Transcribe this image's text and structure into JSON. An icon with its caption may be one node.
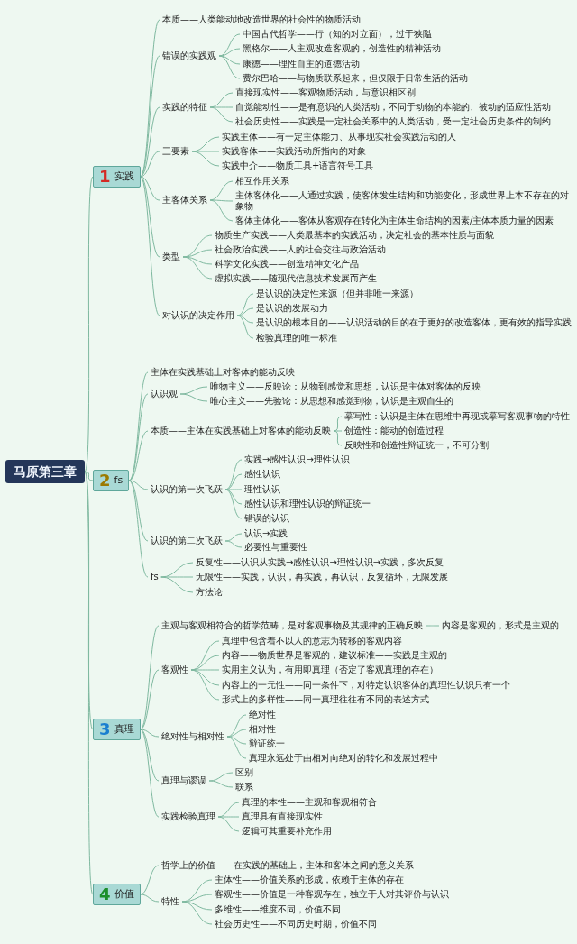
{
  "diagram": {
    "nodes": [
      {
        "text": [
          "马原第三章"
        ]
      },
      {
        "text": [
          "1",
          "实践"
        ]
      },
      {
        "text": [
          "本质——人类能动地改造世界的社会性的物质活动"
        ]
      },
      {
        "text": [
          "错误的实践观"
        ]
      },
      {
        "text": [
          "中国古代哲学——行（知的对立面），过于狭隘"
        ]
      },
      {
        "text": [
          "黑格尔——人主观改造客观的，创造性的精神活动"
        ]
      },
      {
        "text": [
          "康德——理性自主的道德活动"
        ]
      },
      {
        "text": [
          "费尔巴哈——与物质联系起来，但仅限于日常生活的活动"
        ]
      },
      {
        "text": [
          "实践的特征"
        ]
      },
      {
        "text": [
          "直接现实性——客观物质活动，与意识相区别"
        ]
      },
      {
        "text": [
          "自觉能动性——是有意识的人类活动，不同于动物的本能的、被动的适应性活动"
        ]
      },
      {
        "text": [
          "社会历史性——实践是一定社会关系中的人类活动，受一定社会历史条件的制约"
        ]
      },
      {
        "text": [
          "三要素"
        ]
      },
      {
        "text": [
          "实践主体——有一定主体能力、从事现实社会实践活动的人"
        ]
      },
      {
        "text": [
          "实践客体——实践活动所指向的对象"
        ]
      },
      {
        "text": [
          "实践中介——物质工具+语言符号工具"
        ]
      },
      {
        "text": [
          "主客体关系"
        ]
      },
      {
        "text": [
          "相互作用关系"
        ]
      },
      {
        "text": [
          "主体客体化——人通过实践，使客体发生结构和功能变化，形成世界上本不存在的对象物"
        ]
      },
      {
        "text": [
          "客体主体化——客体从客观存在转化为主体生命结构的因素/主体本质力量的因素"
        ]
      },
      {
        "text": [
          "类型"
        ]
      },
      {
        "text": [
          "物质生产实践——人类最基本的实践活动，决定社会的基本性质与面貌"
        ]
      },
      {
        "text": [
          "社会政治实践——人的社会交往与政治活动"
        ]
      },
      {
        "text": [
          "科学文化实践——创造精神文化产品"
        ]
      },
      {
        "text": [
          "虚拟实践——随现代信息技术发展而产生"
        ]
      },
      {
        "text": [
          "对认识的决定作用"
        ]
      },
      {
        "text": [
          "是认识的决定性来源（但并非唯一来源）"
        ]
      },
      {
        "text": [
          "是认识的发展动力"
        ]
      },
      {
        "text": [
          "是认识的根本目的——认识活动的目的在于更好的改造客体，更有效的指导实践"
        ]
      },
      {
        "text": [
          "检验真理的唯一标准"
        ]
      },
      {
        "text": [
          "2",
          "fs"
        ]
      },
      {
        "text": [
          "主体在实践基础上对客体的能动反映"
        ]
      },
      {
        "text": [
          "认识观"
        ]
      },
      {
        "text": [
          "唯物主义——反映论：从物到感觉和思想，认识是主体对客体的反映"
        ]
      },
      {
        "text": [
          "唯心主义——先验论：从思想和感觉到物，认识是主观自生的"
        ]
      },
      {
        "text": [
          "本质——主体在实践基础上对客体的能动反映"
        ]
      },
      {
        "text": [
          "摹写性：认识是主体在思维中再现或摹写客观事物的特性"
        ]
      },
      {
        "text": [
          "创造性：能动的创造过程"
        ]
      },
      {
        "text": [
          "反映性和创造性辩证统一，不可分割"
        ]
      },
      {
        "text": [
          "认识的第一次飞跃"
        ]
      },
      {
        "text": [
          "实践→感性认识→理性认识"
        ]
      },
      {
        "text": [
          "感性认识"
        ]
      },
      {
        "text": [
          "理性认识"
        ]
      },
      {
        "text": [
          "感性认识和理性认识的辩证统一"
        ]
      },
      {
        "text": [
          "错误的认识"
        ]
      },
      {
        "text": [
          "认识的第二次飞跃"
        ]
      },
      {
        "text": [
          "认识→实践"
        ]
      },
      {
        "text": [
          "必要性与重要性"
        ]
      },
      {
        "text": [
          "fs"
        ]
      },
      {
        "text": [
          "反复性——认识从实践→感性认识→理性认识→实践，多次反复"
        ]
      },
      {
        "text": [
          "无限性——实践，认识，再实践，再认识，反复循环，无限发展"
        ]
      },
      {
        "text": [
          "方法论"
        ]
      },
      {
        "text": [
          "3",
          "真理"
        ]
      },
      {
        "text": [
          "主观与客观相符合的哲学范畴，是对客观事物及其规律的正确反映"
        ]
      },
      {
        "text": [
          "内容是客观的，形式是主观的"
        ]
      },
      {
        "text": [
          "客观性"
        ]
      },
      {
        "text": [
          "真理中包含着不以人的意志为转移的客观内容"
        ]
      },
      {
        "text": [
          "内容——物质世界是客观的，建议标准——实践是主观的"
        ]
      },
      {
        "text": [
          "实用主义认为，有用即真理（否定了客观真理的存在）"
        ]
      },
      {
        "text": [
          "内容上的一元性——同一条件下，对特定认识客体的真理性认识只有一个"
        ]
      },
      {
        "text": [
          "形式上的多样性——同一真理往往有不同的表述方式"
        ]
      },
      {
        "text": [
          "绝对性与相对性"
        ]
      },
      {
        "text": [
          "绝对性"
        ]
      },
      {
        "text": [
          "相对性"
        ]
      },
      {
        "text": [
          "辩证统一"
        ]
      },
      {
        "text": [
          "真理永远处于由相对向绝对的转化和发展过程中"
        ]
      },
      {
        "text": [
          "真理与谬误"
        ]
      },
      {
        "text": [
          "区别"
        ]
      },
      {
        "text": [
          "联系"
        ]
      },
      {
        "text": [
          "实践检验真理"
        ]
      },
      {
        "text": [
          "真理的本性——主观和客观相符合"
        ]
      },
      {
        "text": [
          "真理具有直接现实性"
        ]
      },
      {
        "text": [
          "逻辑可其重要补充作用"
        ]
      },
      {
        "text": [
          "4",
          "价值"
        ]
      },
      {
        "text": [
          "哲学上的价值——在实践的基础上，主体和客体之间的意义关系"
        ]
      },
      {
        "text": [
          "特性"
        ]
      },
      {
        "text": [
          "主体性——价值关系的形成，依赖于主体的存在"
        ]
      },
      {
        "text": [
          "客观性——价值是一种客观存在，独立于人对其评价与认识"
        ]
      },
      {
        "text": [
          "多维性——维度不同，价值不同"
        ]
      },
      {
        "text": [
          "社会历史性——不同历史时期，价值不同"
        ]
      }
    ],
    "edges": [
      {
        "from": 0,
        "to": 1,
        "arrow": "none"
      },
      {
        "from": 0,
        "to": 30,
        "arrow": "none"
      },
      {
        "from": 0,
        "to": 52,
        "arrow": "none"
      },
      {
        "from": 0,
        "to": 73,
        "arrow": "none"
      },
      {
        "from": 1,
        "to": 2,
        "arrow": "none"
      },
      {
        "from": 1,
        "to": 3,
        "arrow": "none"
      },
      {
        "from": 3,
        "to": 4,
        "arrow": "none"
      },
      {
        "from": 3,
        "to": 5,
        "arrow": "none"
      },
      {
        "from": 3,
        "to": 6,
        "arrow": "none"
      },
      {
        "from": 3,
        "to": 7,
        "arrow": "none"
      },
      {
        "from": 1,
        "to": 8,
        "arrow": "none"
      },
      {
        "from": 8,
        "to": 9,
        "arrow": "none"
      },
      {
        "from": 8,
        "to": 10,
        "arrow": "none"
      },
      {
        "from": 8,
        "to": 11,
        "arrow": "none"
      },
      {
        "from": 1,
        "to": 12,
        "arrow": "none"
      },
      {
        "from": 12,
        "to": 13,
        "arrow": "none"
      },
      {
        "from": 12,
        "to": 14,
        "arrow": "none"
      },
      {
        "from": 12,
        "to": 15,
        "arrow": "none"
      },
      {
        "from": 1,
        "to": 16,
        "arrow": "none"
      },
      {
        "from": 16,
        "to": 17,
        "arrow": "none"
      },
      {
        "from": 16,
        "to": 18,
        "arrow": "none"
      },
      {
        "from": 16,
        "to": 19,
        "arrow": "none"
      },
      {
        "from": 1,
        "to": 20,
        "arrow": "none"
      },
      {
        "from": 20,
        "to": 21,
        "arrow": "none"
      },
      {
        "from": 20,
        "to": 22,
        "arrow": "none"
      },
      {
        "from": 20,
        "to": 23,
        "arrow": "none"
      },
      {
        "from": 20,
        "to": 24,
        "arrow": "none"
      },
      {
        "from": 1,
        "to": 25,
        "arrow": "none"
      },
      {
        "from": 25,
        "to": 26,
        "arrow": "none"
      },
      {
        "from": 25,
        "to": 27,
        "arrow": "none"
      },
      {
        "from": 25,
        "to": 28,
        "arrow": "none"
      },
      {
        "from": 25,
        "to": 29,
        "arrow": "none"
      },
      {
        "from": 30,
        "to": 31,
        "arrow": "none"
      },
      {
        "from": 30,
        "to": 32,
        "arrow": "none"
      },
      {
        "from": 32,
        "to": 33,
        "arrow": "none"
      },
      {
        "from": 32,
        "to": 34,
        "arrow": "none"
      },
      {
        "from": 30,
        "to": 35,
        "arrow": "none"
      },
      {
        "from": 35,
        "to": 36,
        "arrow": "none"
      },
      {
        "from": 35,
        "to": 37,
        "arrow": "none"
      },
      {
        "from": 35,
        "to": 38,
        "arrow": "none"
      },
      {
        "from": 30,
        "to": 39,
        "arrow": "none"
      },
      {
        "from": 39,
        "to": 40,
        "arrow": "none"
      },
      {
        "from": 39,
        "to": 41,
        "arrow": "none"
      },
      {
        "from": 39,
        "to": 42,
        "arrow": "none"
      },
      {
        "from": 39,
        "to": 43,
        "arrow": "none"
      },
      {
        "from": 39,
        "to": 44,
        "arrow": "none"
      },
      {
        "from": 30,
        "to": 45,
        "arrow": "none"
      },
      {
        "from": 45,
        "to": 46,
        "arrow": "none"
      },
      {
        "from": 45,
        "to": 47,
        "arrow": "none"
      },
      {
        "from": 30,
        "to": 48,
        "arrow": "none"
      },
      {
        "from": 48,
        "to": 49,
        "arrow": "none"
      },
      {
        "from": 48,
        "to": 50,
        "arrow": "none"
      },
      {
        "from": 48,
        "to": 51,
        "arrow": "none"
      },
      {
        "from": 52,
        "to": 53,
        "arrow": "none"
      },
      {
        "from": 53,
        "to": 54,
        "arrow": "none"
      },
      {
        "from": 52,
        "to": 55,
        "arrow": "none"
      },
      {
        "from": 55,
        "to": 56,
        "arrow": "none"
      },
      {
        "from": 55,
        "to": 57,
        "arrow": "none"
      },
      {
        "from": 55,
        "to": 58,
        "arrow": "none"
      },
      {
        "from": 55,
        "to": 59,
        "arrow": "none"
      },
      {
        "from": 55,
        "to": 60,
        "arrow": "none"
      },
      {
        "from": 52,
        "to": 61,
        "arrow": "none"
      },
      {
        "from": 61,
        "to": 62,
        "arrow": "none"
      },
      {
        "from": 61,
        "to": 63,
        "arrow": "none"
      },
      {
        "from": 61,
        "to": 64,
        "arrow": "none"
      },
      {
        "from": 61,
        "to": 65,
        "arrow": "none"
      },
      {
        "from": 52,
        "to": 66,
        "arrow": "none"
      },
      {
        "from": 66,
        "to": 67,
        "arrow": "none"
      },
      {
        "from": 66,
        "to": 68,
        "arrow": "none"
      },
      {
        "from": 52,
        "to": 69,
        "arrow": "none"
      },
      {
        "from": 69,
        "to": 70,
        "arrow": "none"
      },
      {
        "from": 69,
        "to": 71,
        "arrow": "none"
      },
      {
        "from": 69,
        "to": 72,
        "arrow": "none"
      },
      {
        "from": 73,
        "to": 74,
        "arrow": "none"
      },
      {
        "from": 73,
        "to": 75,
        "arrow": "none"
      },
      {
        "from": 75,
        "to": 76,
        "arrow": "none"
      },
      {
        "from": 75,
        "to": 77,
        "arrow": "none"
      },
      {
        "from": 75,
        "to": 78,
        "arrow": "none"
      },
      {
        "from": 75,
        "to": 79,
        "arrow": "none"
      }
    ]
  }
}
